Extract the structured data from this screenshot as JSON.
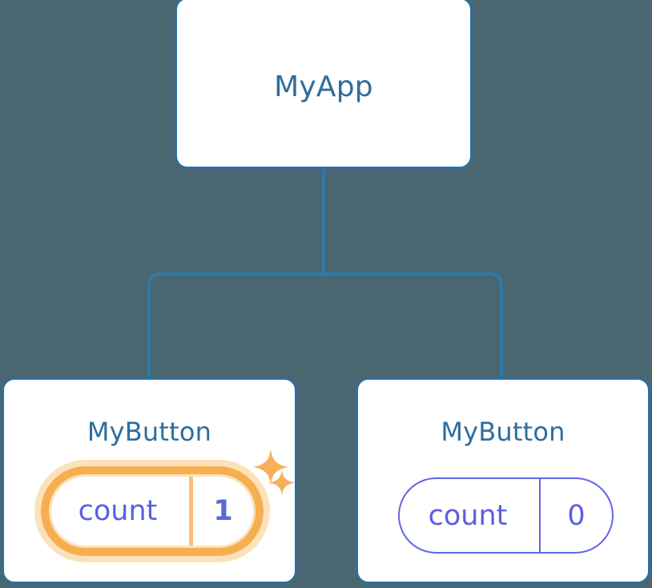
{
  "theme": {
    "background": "#4a6670",
    "card_bg": "#ffffff",
    "card_border": "#2e6e9e",
    "title_color": "#2e6e9e",
    "connector_color": "#2e7bab",
    "state_purple": "#5b5fe0",
    "state_purple_border": "#6366e8",
    "highlight_orange": "#f7ae51",
    "highlight_glow": "#fbe2bb",
    "highlight_divider": "#f9bf72",
    "highlight_value": "#5a6ad0",
    "sparkle_color": "#f6b05a"
  },
  "tree": {
    "root": {
      "title": "MyApp"
    },
    "children": [
      {
        "title": "MyButton",
        "state": {
          "key": "count",
          "value": "1"
        },
        "highlighted": true,
        "sparkles": [
          "sparkle-large",
          "sparkle-small"
        ]
      },
      {
        "title": "MyButton",
        "state": {
          "key": "count",
          "value": "0"
        },
        "highlighted": false,
        "sparkles": []
      }
    ]
  }
}
